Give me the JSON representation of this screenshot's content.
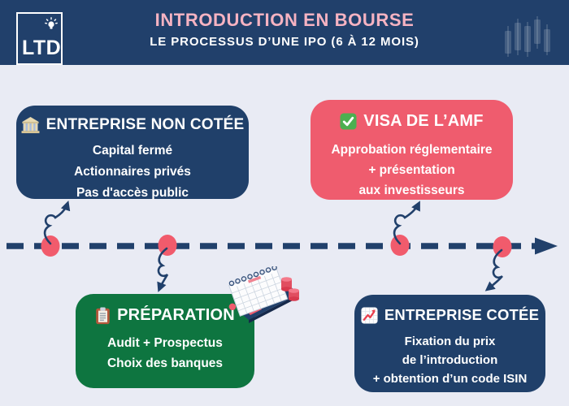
{
  "brand": {
    "logo_text": "LTD"
  },
  "header": {
    "title": "INTRODUCTION EN BOURSE",
    "subtitle": "LE PROCESSUS D’UNE IPO (6 À 12 MOIS)"
  },
  "cards": [
    {
      "name": "entreprise-non-cotee",
      "icon": "bank-icon",
      "title": "ENTREPRISE NON COTÉE",
      "lines": [
        "Capital fermé",
        "Actionnaires privés",
        "Pas d'accès public"
      ]
    },
    {
      "name": "visa-amf",
      "icon": "check-icon",
      "title": "VISA DE L’AMF",
      "lines": [
        "Approbation réglementaire",
        "+ présentation",
        "aux investisseurs"
      ]
    },
    {
      "name": "preparation",
      "icon": "clipboard-icon",
      "title": "PRÉPARATION",
      "lines": [
        "Audit + Prospectus",
        "Choix des banques"
      ]
    },
    {
      "name": "entreprise-cotee",
      "icon": "chart-icon",
      "title": "ENTREPRISE COTÉE",
      "lines": [
        "Fixation du prix",
        "de l’introduction",
        "+ obtention d’un code ISIN"
      ]
    }
  ],
  "timeline": {
    "direction": "left-to-right",
    "steps": 4
  },
  "colors": {
    "navy": "#21406B",
    "pink": "#EF5C6E",
    "green": "#0E7540",
    "background": "#E9EBF4",
    "title_pink": "#F6B3C2",
    "check_green": "#4CAF50",
    "white": "#FFFFFF"
  }
}
